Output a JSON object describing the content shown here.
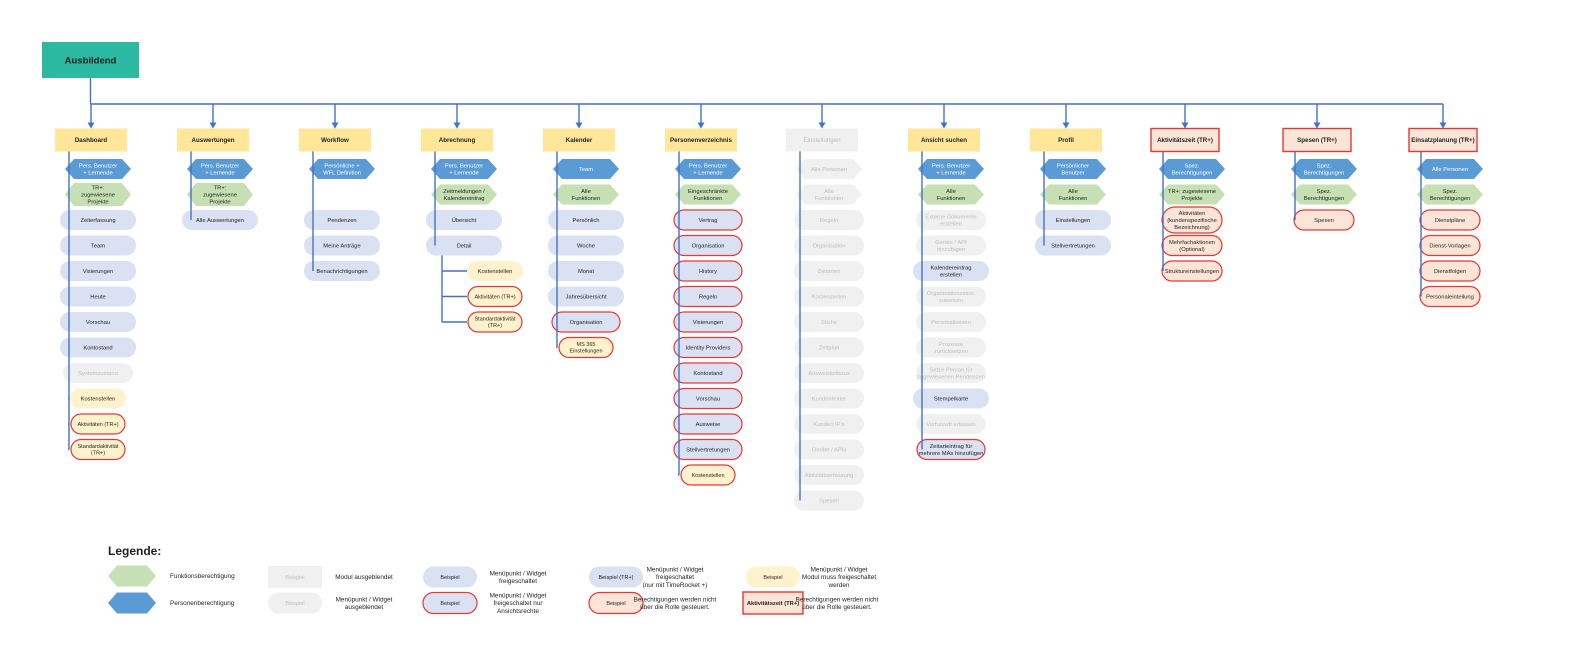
{
  "root": {
    "label": "Ausbildend",
    "color": "#2bb9a1"
  },
  "colors": {
    "line": "#4472c4",
    "header": "#ffe699",
    "person_hex": "#5b9bd5",
    "function_hex": "#c6e0b4",
    "widget": "#d9e1f2",
    "yellow_widget": "#fff2cc",
    "red_border": "#e53935",
    "red_fill": "#fce4d6",
    "hidden_fill": "#f0f0f0",
    "hidden_text": "#bdbdbd"
  },
  "columns": [
    {
      "title": "Dashboard",
      "style": "header",
      "items": [
        {
          "type": "ph",
          "label": "Pers. Benutzer\n+ Lernende"
        },
        {
          "type": "fh",
          "label": "TR+:\nzugewiesene\nProjekte"
        },
        {
          "type": "w",
          "label": "Zeiterfassung"
        },
        {
          "type": "w",
          "label": "Team"
        },
        {
          "type": "w",
          "label": "Visierungen"
        },
        {
          "type": "w",
          "label": "Heute"
        },
        {
          "type": "w",
          "label": "Vorschau"
        },
        {
          "type": "w",
          "label": "Kontostand"
        },
        {
          "type": "g",
          "label": "Systemzustand"
        },
        {
          "type": "y",
          "label": "Kostenstellen"
        },
        {
          "type": "yr",
          "label": "Aktivitäten (TR+)"
        },
        {
          "type": "yr",
          "label": "Standardaktivität\n(TR+)"
        }
      ]
    },
    {
      "title": "Auswertungen",
      "style": "header",
      "items": [
        {
          "type": "ph",
          "label": "Pers. Benutzer\n+ Lernende"
        },
        {
          "type": "fh",
          "label": "TR+:\nzugewiesene\nProjekte"
        },
        {
          "type": "w",
          "label": "Alle Auswertungen"
        }
      ]
    },
    {
      "title": "Workflow",
      "style": "header",
      "items": [
        {
          "type": "ph",
          "label": "Persönliche +\nWFL Definition"
        },
        {
          "type": "sp"
        },
        {
          "type": "w",
          "label": "Pendenzen"
        },
        {
          "type": "w",
          "label": "Meine Anträge"
        },
        {
          "type": "w",
          "label": "Benachrichtigungen"
        }
      ]
    },
    {
      "title": "Abrechnung",
      "style": "header",
      "items": [
        {
          "type": "ph",
          "label": "Pers. Benutzer\n+ Lernende"
        },
        {
          "type": "fh",
          "label": "Zeitmeldungen /\nKalendereintrag"
        },
        {
          "type": "w",
          "label": "Übersicht"
        },
        {
          "type": "w",
          "label": "Detail",
          "children": [
            {
              "type": "y",
              "label": "Kostenstellen"
            },
            {
              "type": "yr",
              "label": "Aktivitäten (TR+)"
            },
            {
              "type": "yr",
              "label": "Standardaktivität\n(TR+)"
            }
          ]
        }
      ]
    },
    {
      "title": "Kalender",
      "style": "header",
      "items": [
        {
          "type": "ph",
          "label": "Team"
        },
        {
          "type": "fh",
          "label": "Alle\nFunktionen"
        },
        {
          "type": "w",
          "label": "Persönlich"
        },
        {
          "type": "w",
          "label": "Woche"
        },
        {
          "type": "w",
          "label": "Monat"
        },
        {
          "type": "w",
          "label": "Jahresübersicht"
        },
        {
          "type": "wr",
          "label": "Organisation"
        },
        {
          "type": "yr",
          "label": "MS 365\nEinstellungen"
        }
      ]
    },
    {
      "title": "Personenverzeichnis",
      "style": "header",
      "items": [
        {
          "type": "ph",
          "label": "Pers. Benutzer\n+ Lernende"
        },
        {
          "type": "fh",
          "label": "Eingeschränkte\nFunktionen"
        },
        {
          "type": "wr",
          "label": "Vertrag"
        },
        {
          "type": "wr",
          "label": "Organisation"
        },
        {
          "type": "wr",
          "label": "History"
        },
        {
          "type": "wr",
          "label": "Regeln"
        },
        {
          "type": "wr",
          "label": "Visierungen"
        },
        {
          "type": "wr",
          "label": "Identity Providers"
        },
        {
          "type": "wr",
          "label": "Kontostand"
        },
        {
          "type": "wr",
          "label": "Vorschau"
        },
        {
          "type": "wr",
          "label": "Ausweise"
        },
        {
          "type": "wr",
          "label": "Stellvertretungen"
        },
        {
          "type": "yr",
          "label": "Kostenstellen"
        }
      ]
    },
    {
      "title": "Einstellungen",
      "style": "hidden",
      "items": [
        {
          "type": "gh",
          "label": "Alle Personen"
        },
        {
          "type": "gh",
          "label": "Alle\nFunktionen"
        },
        {
          "type": "g",
          "label": "Regeln"
        },
        {
          "type": "g",
          "label": "Organisation"
        },
        {
          "type": "g",
          "label": "Zeitarten"
        },
        {
          "type": "g",
          "label": "Kostenstellen"
        },
        {
          "type": "g",
          "label": "Stichs"
        },
        {
          "type": "g",
          "label": "Zeitplan"
        },
        {
          "type": "g",
          "label": "Ausweisleitbaus"
        },
        {
          "type": "g",
          "label": "Kundenfelder"
        },
        {
          "type": "g",
          "label": "Kunden IP's"
        },
        {
          "type": "g",
          "label": "Geräte / APIs"
        },
        {
          "type": "g",
          "label": "Aktivitätserfassung"
        },
        {
          "type": "g",
          "label": "Spesen"
        }
      ]
    },
    {
      "title": "Ansicht suchen",
      "style": "header",
      "items": [
        {
          "type": "ph",
          "label": "Pers. Benutzer\n+ Lernende"
        },
        {
          "type": "fh",
          "label": "Alle\nFunktionen"
        },
        {
          "type": "g",
          "label": "Externe Dokumente\nerstellen"
        },
        {
          "type": "g",
          "label": "Geräte / API\nhinzufügen"
        },
        {
          "type": "w",
          "label": "Kalendereintrag\nerstellen"
        },
        {
          "type": "g",
          "label": "Organisationseinh.\nzuweisen"
        },
        {
          "type": "g",
          "label": "Personalwesen"
        },
        {
          "type": "g",
          "label": "Prozesse\nzurücksetzen"
        },
        {
          "type": "g",
          "label": "Setze Person für\nzugewiesenen Pendenzen"
        },
        {
          "type": "w",
          "label": "Stempelkarte"
        },
        {
          "type": "g",
          "label": "Vorfuisvdt erfassen"
        },
        {
          "type": "wr",
          "label": "Zeitarteintrag für\nmehrere MAs hinzufügen"
        }
      ]
    },
    {
      "title": "Profil",
      "style": "header",
      "items": [
        {
          "type": "ph",
          "label": "Persönlicher\nBenutzer"
        },
        {
          "type": "fh",
          "label": "Alle\nFunktionen"
        },
        {
          "type": "w",
          "label": "Einstellungen"
        },
        {
          "type": "w",
          "label": "Stellvertretungen"
        }
      ]
    },
    {
      "title": "Aktivitätszeit (TR+)",
      "style": "red",
      "items": [
        {
          "type": "ph",
          "label": "Spez.\nBerechtigungen"
        },
        {
          "type": "fh",
          "label": "TR+: zugewiesene\nProjekte"
        },
        {
          "type": "r",
          "label": "Aktivitäten\n(kundenspezifische\nBezeichnung)"
        },
        {
          "type": "r",
          "label": "Mehrfachaktionen\n(Optional)"
        },
        {
          "type": "r",
          "label": "Struktureinstellungen"
        }
      ]
    },
    {
      "title": "Spesen (TR+)",
      "style": "red",
      "items": [
        {
          "type": "ph",
          "label": "Spez.\nBerechtigungen"
        },
        {
          "type": "fh",
          "label": "Spez.\nBerechtigungen"
        },
        {
          "type": "r",
          "label": "Spesen"
        }
      ]
    },
    {
      "title": "Einsatzplanung (TR+)",
      "style": "red",
      "items": [
        {
          "type": "ph",
          "label": "Alle Personen"
        },
        {
          "type": "fh",
          "label": "Spez.\nBerechtigungen"
        },
        {
          "type": "r",
          "label": "Dienstpläne"
        },
        {
          "type": "r",
          "label": "Dienst-Vorlagen"
        },
        {
          "type": "r",
          "label": "Dienstfolgen"
        },
        {
          "type": "r",
          "label": "Personaleinteilung"
        }
      ]
    }
  ],
  "legend": {
    "title": "Legende:",
    "items": [
      {
        "sample_type": "fh",
        "sample_label": "",
        "text": "Funktionsberechtigung"
      },
      {
        "sample_type": "ph",
        "sample_label": "",
        "text": "Personenberechtigung"
      },
      {
        "sample_type": "gbox",
        "sample_label": "Beispiel",
        "text": "Modul ausgeblendet"
      },
      {
        "sample_type": "g",
        "sample_label": "Beispiel",
        "text": "Menüpunkt / Widget\nausgeblendet"
      },
      {
        "sample_type": "w",
        "sample_label": "Beispiel",
        "text": "Menüpunkt / Widget\nfreigeschaltet"
      },
      {
        "sample_type": "wr",
        "sample_label": "Beispiel",
        "text": "Menüpunkt / Widget\nfreigeschaltet nur\nAnsichtsrechte"
      },
      {
        "sample_type": "w",
        "sample_label": "Beispiel (TR+)",
        "text": "Menüpunkt / Widget\nfreigeschaltet\n(nur mit TimeRocket +)"
      },
      {
        "sample_type": "r",
        "sample_label": "Beispiel",
        "text": "Berechtigungen werden nicht\nüber die Rolle gesteuert."
      },
      {
        "sample_type": "y",
        "sample_label": "Beispiel",
        "text": "Menüpunkt / Widget\nModul muss freigeschaltet\nwerden"
      },
      {
        "sample_type": "rbox",
        "sample_label": "Aktivitätszeit (TR+)",
        "text": "Berechtigungen werden nicht\nüber die Rolle gesteuert."
      }
    ]
  }
}
